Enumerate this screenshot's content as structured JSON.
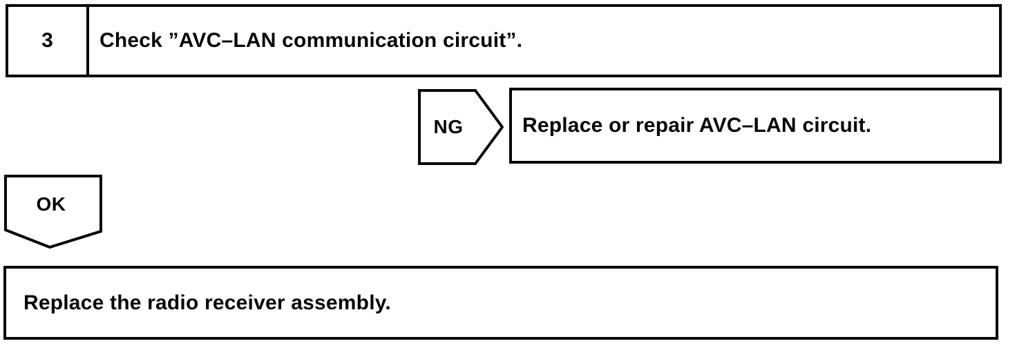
{
  "page": {
    "background_color": "#ffffff",
    "line_color": "#050505"
  },
  "step": {
    "number": "3",
    "instruction": "Check ”AVC–LAN communication circuit”."
  },
  "ng_branch": {
    "label": "NG",
    "action": "Replace or repair AVC–LAN circuit."
  },
  "ok_branch": {
    "label": "OK"
  },
  "result": {
    "action": "Replace the radio receiver assembly."
  }
}
